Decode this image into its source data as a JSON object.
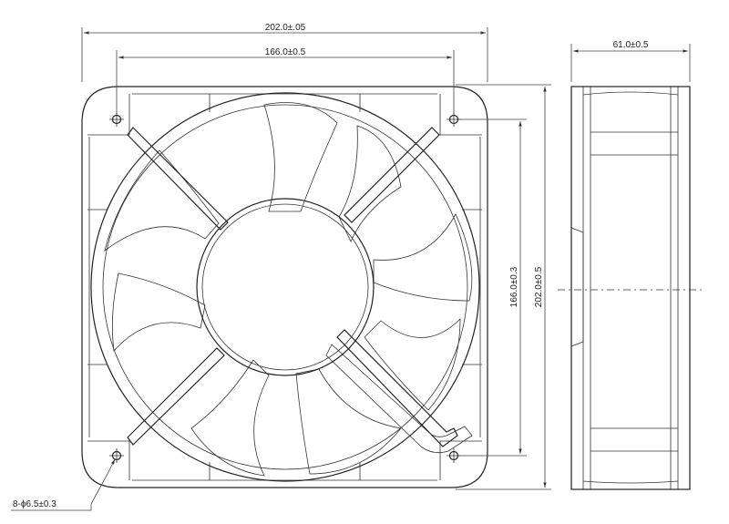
{
  "front_view": {
    "overall_width": "202.0±.05",
    "hole_spacing_width": "166.0±0.5",
    "hole_spacing_height": "166.0±0.3",
    "overall_height": "202.0±0.5",
    "mounting_holes": "8-ϕ6.5±0.3"
  },
  "side_view": {
    "depth": "61.0±0.5"
  }
}
